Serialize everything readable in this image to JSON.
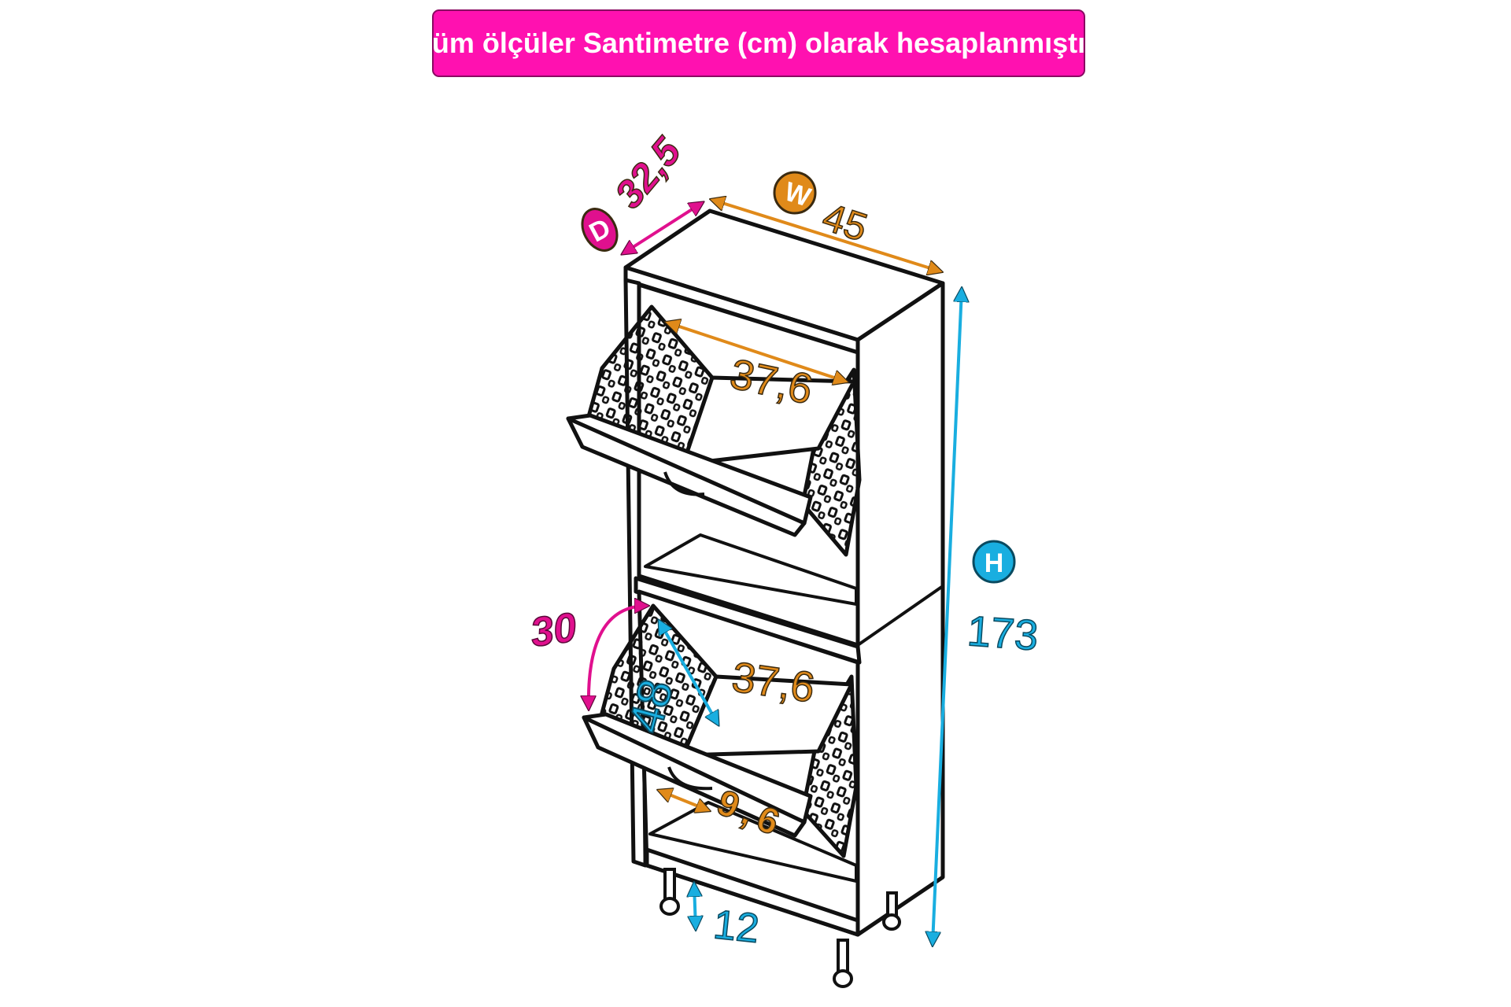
{
  "banner": {
    "text": "( Tüm ölçüler Santimetre (cm) olarak hesaplanmıştır. )"
  },
  "dimensions": {
    "depth": {
      "badge": "D",
      "value": "32,5",
      "color": "#e0108e"
    },
    "width": {
      "badge": "W",
      "value": "45",
      "color": "#e08a1a"
    },
    "height": {
      "badge": "H",
      "value": "173",
      "color": "#19aee0"
    },
    "inner_width_top": {
      "value": "37,6",
      "color": "#e08a1a"
    },
    "inner_width_bottom": {
      "value": "37,6",
      "color": "#e08a1a"
    },
    "flap_angle": {
      "value": "30",
      "color": "#e0108e"
    },
    "flap_depth": {
      "value": "48",
      "color": "#19aee0"
    },
    "handle_width": {
      "value": "9,6",
      "color": "#e08a1a"
    },
    "leg_height": {
      "value": "12",
      "color": "#19aee0"
    }
  },
  "colors": {
    "outline": "#111111",
    "badge_outline": "#3a2a10"
  }
}
